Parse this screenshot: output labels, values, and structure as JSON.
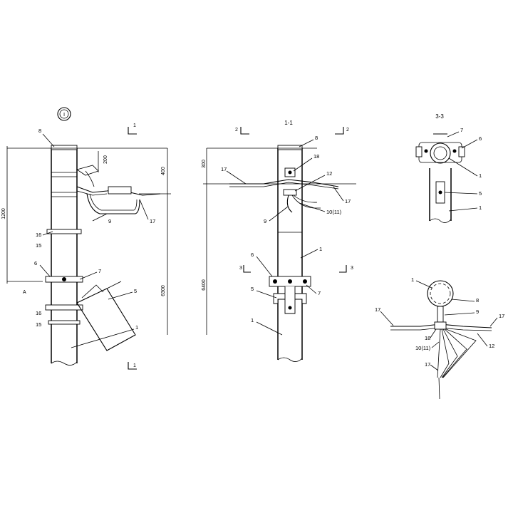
{
  "views": {
    "main": {
      "marker": "I",
      "section_label": "1",
      "dims": {
        "total_1200": "1200",
        "d200": "200",
        "d400": "400",
        "d6300": "6300"
      },
      "callout_letter": "A",
      "parts": {
        "p1": "1",
        "p5": "5",
        "p6": "6",
        "p7": "7",
        "p8": "8",
        "p9": "9",
        "p15a": "15",
        "p15b": "15",
        "p16a": "16",
        "p16b": "16",
        "p17": "17"
      }
    },
    "section_1_1": {
      "title": "1-1",
      "section_2": "2",
      "section_3": "3",
      "dims": {
        "d300": "300",
        "d6400": "6400"
      },
      "parts": {
        "p1a": "1",
        "p1b": "1",
        "p5": "5",
        "p6": "6",
        "p7": "7",
        "p8": "8",
        "p9": "9",
        "p10": "10(11)",
        "p12": "12",
        "p17a": "17",
        "p17b": "17",
        "p18": "18"
      }
    },
    "section_3_3": {
      "title": "3-3",
      "parts": {
        "p1a": "1",
        "p1b": "1",
        "p5": "5",
        "p6": "6",
        "p7": "7"
      }
    },
    "plan_view": {
      "parts": {
        "p1": "1",
        "p8": "8",
        "p9": "9",
        "p10": "10(11)",
        "p12": "12",
        "p17a": "17",
        "p17b": "17",
        "p17c": "17",
        "p18": "18"
      }
    }
  }
}
